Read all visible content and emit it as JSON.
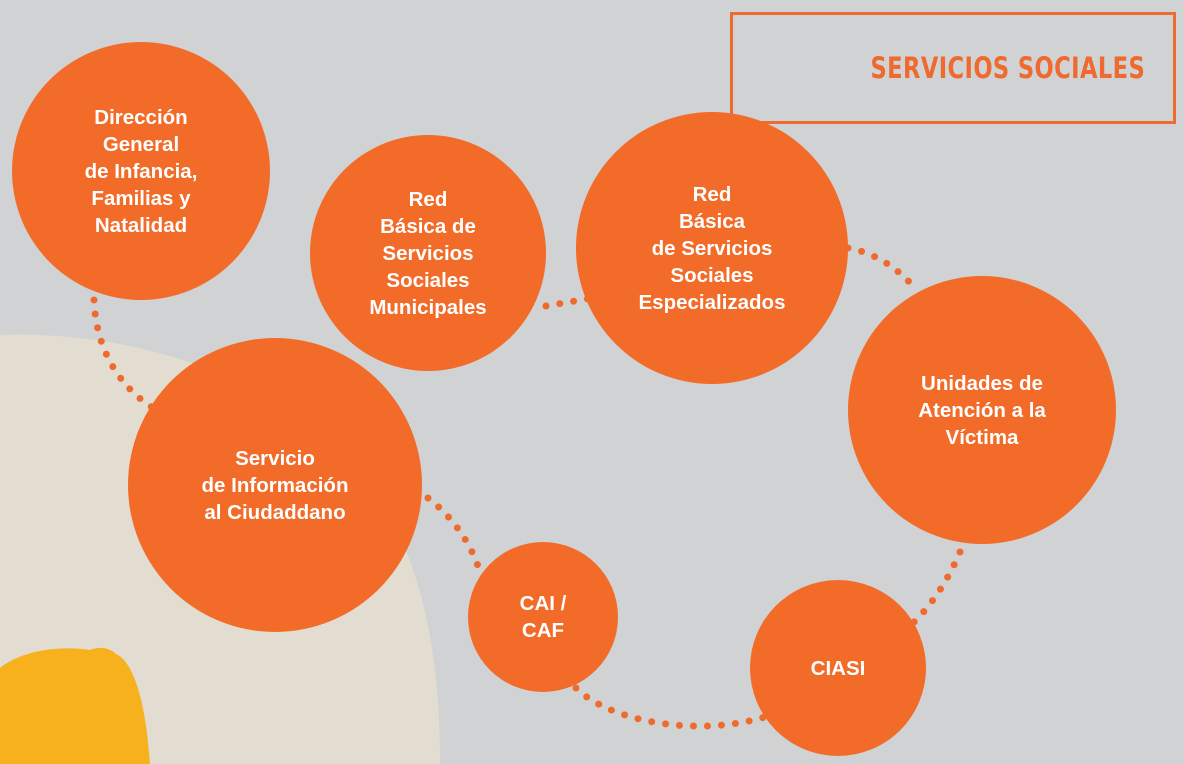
{
  "header": {
    "title": "SERVICIOS SOCIALES"
  },
  "nodes": [
    {
      "id": "direccion-general",
      "label": "Dirección\nGeneral\nde Infancia,\nFamilias y\nNatalidad"
    },
    {
      "id": "red-municipales",
      "label": "Red\nBásica de\nServicios\nSociales\nMunicipales"
    },
    {
      "id": "red-especializados",
      "label": "Red\nBásica\nde Servicios\nSociales\nEspecializados"
    },
    {
      "id": "unidades-victima",
      "label": "Unidades de\nAtención a la\nVíctima"
    },
    {
      "id": "servicio-informacion",
      "label": "Servicio\nde Información\nal Ciudaddano"
    },
    {
      "id": "cai-caf",
      "label": "CAI /\nCAF"
    },
    {
      "id": "ciasi",
      "label": "CIASI"
    }
  ],
  "colors": {
    "background": "#d1d2d4",
    "accent": "#f26b29",
    "title": "#ee6a2f",
    "decor_beige": "#e2ddd0",
    "decor_yellow": "#f7b11c"
  }
}
